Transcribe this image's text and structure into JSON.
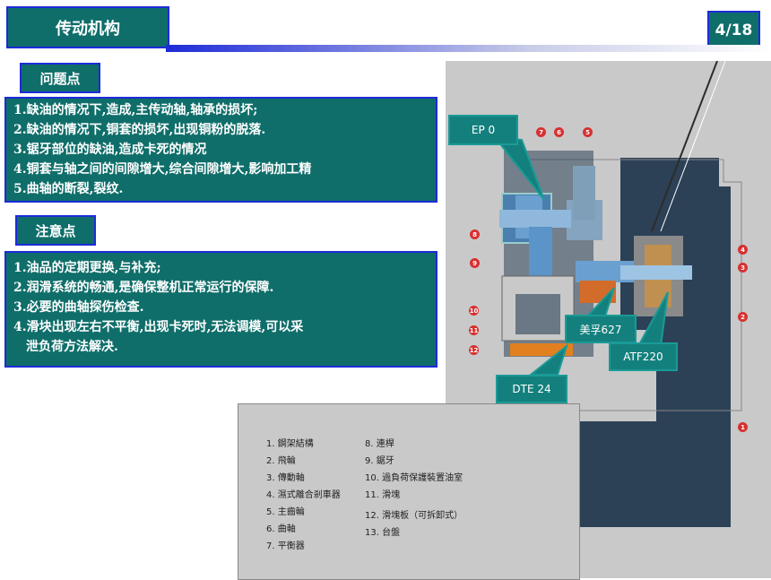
{
  "header": {
    "title": "传动机构",
    "page": "4/18"
  },
  "problems": {
    "label": "问题点",
    "items": [
      "1.缺油的情况下,造成,主传动轴,轴承的损坏;",
      "2.缺油的情况下,铜套的损坏,出现铜粉的脱落.",
      "3.锯牙部位的缺油,造成卡死的情况",
      "4.铜套与轴之间的间隙增大,综合间隙增大,影响加工精",
      "5.曲轴的断裂,裂纹."
    ]
  },
  "notes": {
    "label": "注意点",
    "items": [
      "1.油品的定期更换,与补充;",
      "2.润滑系统的畅通,是确保整机正常运行的保障.",
      "3.必要的曲轴探伤检查.",
      "4.滑块出现左右不平衡,出现卡死时,无法调模,可以采",
      "泄负荷方法解决."
    ]
  },
  "callouts": {
    "ep0": "EP 0",
    "meifu": "美孚627",
    "atf": "ATF220",
    "dte": "DTE 24"
  },
  "markers": [
    "7",
    "6",
    "5",
    "8",
    "9",
    "4",
    "3",
    "10",
    "11",
    "12",
    "2",
    "1"
  ],
  "legend": {
    "left": [
      "1. 鋼架結構",
      "2. 飛輪",
      "3. 傳動軸",
      "4. 濕式離合剎車器",
      "5. 主齒輪",
      "6. 曲軸",
      "7. 平衡器"
    ],
    "right": [
      "8. 連桿",
      "9. 鋸牙",
      "10. 過負荷保護裝置油室",
      "11. 滑塊",
      "12. 滑塊板（可拆卸式）",
      "13. 台盤"
    ]
  },
  "colors": {
    "panel": "#0f6e6a",
    "border": "#1d2bd8",
    "frame": "#2c4156",
    "marker": "#d83030"
  }
}
